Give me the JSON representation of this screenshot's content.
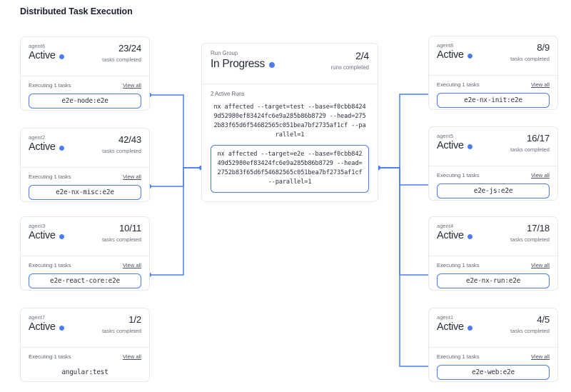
{
  "page": {
    "title": "Distributed Task Execution",
    "accent_color": "#4a7df5",
    "card_border_color": "#e6e8ec",
    "muted_text_color": "#6b7280"
  },
  "labels": {
    "executing": "Executing 1 tasks",
    "view_all": "View all",
    "tasks_completed": "tasks completed",
    "runs_completed": "runs completed",
    "status_icon": "status-dot-icon"
  },
  "run_group": {
    "group_label": "Run Group",
    "status": "In Progress",
    "count": "2/4",
    "count_label": "runs completed",
    "active_runs_label": "2 Active Runs",
    "runs": [
      {
        "command": "nx affected --target=test --base=f0cbb84249d52980ef83424fc6e9a285b86b8729 --head=2752b83f65d6f54682565c051bea7bf2735af1cf --parallel=1",
        "highlighted": false
      },
      {
        "command": "nx affected --target=e2e --base=f0cbb84249d52980ef83424fc6e9a285b86b8729 --head=2752b83f65d6f54682565c051bea7bf2735af1cf --parallel=1",
        "highlighted": true
      }
    ]
  },
  "agents_left": [
    {
      "name": "agent6",
      "status": "Active",
      "count": "23/24",
      "count_label": "tasks completed",
      "executing": "Executing 1 tasks",
      "view_all": "View all",
      "task": "e2e-node:e2e",
      "connected": true
    },
    {
      "name": "agent2",
      "status": "Active",
      "count": "42/43",
      "count_label": "tasks completed",
      "executing": "Executing 1 tasks",
      "view_all": "View all",
      "task": "e2e-nx-misc:e2e",
      "connected": true
    },
    {
      "name": "agent3",
      "status": "Active",
      "count": "10/11",
      "count_label": "tasks completed",
      "executing": "Executing 1 tasks",
      "view_all": "View all",
      "task": "e2e-react-core:e2e",
      "connected": true
    },
    {
      "name": "agent7",
      "status": "Active",
      "count": "1/2",
      "count_label": "tasks completed",
      "executing": "Executing 1 tasks",
      "view_all": "View all",
      "task": "angular:test",
      "connected": false
    }
  ],
  "agents_right": [
    {
      "name": "agent8",
      "status": "Active",
      "count": "8/9",
      "count_label": "tasks completed",
      "executing": "Executing 1 tasks",
      "view_all": "View all",
      "task": "e2e-nx-init:e2e",
      "connected": true
    },
    {
      "name": "agent5",
      "status": "Active",
      "count": "16/17",
      "count_label": "tasks completed",
      "executing": "Executing 1 tasks",
      "view_all": "View all",
      "task": "e2e-js:e2e",
      "connected": true
    },
    {
      "name": "agent4",
      "status": "Active",
      "count": "17/18",
      "count_label": "tasks completed",
      "executing": "Executing 1 tasks",
      "view_all": "View all",
      "task": "e2e-nx-run:e2e",
      "connected": true
    },
    {
      "name": "agent1",
      "status": "Active",
      "count": "4/5",
      "count_label": "tasks completed",
      "executing": "Executing 1 tasks",
      "view_all": "View all",
      "task": "e2e-web:e2e",
      "connected": true
    }
  ]
}
